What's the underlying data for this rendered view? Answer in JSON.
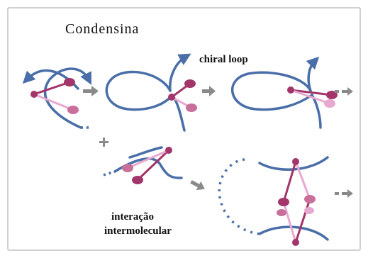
{
  "labels": {
    "title": "Condensina",
    "chiral_loop": "chiral loop",
    "interaction_line1": "interação",
    "interaction_line2": "intermolecular"
  },
  "colors": {
    "background": "#ffffff",
    "frame": "#d0d0d0",
    "dna": "#4a6fa8",
    "protein_dark": "#a2356a",
    "protein_light": "#e7a9cf",
    "head_light": "#c86f9a",
    "arrow": "#8a8a8a",
    "plus": "#8a8a8a"
  }
}
